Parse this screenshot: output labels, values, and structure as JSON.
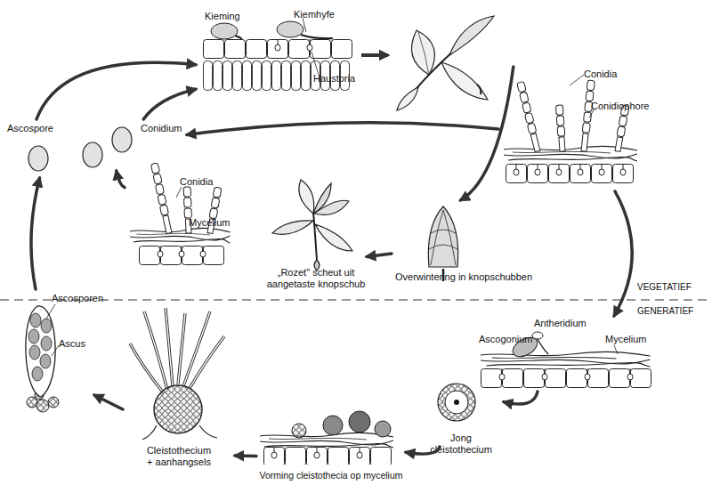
{
  "diagram": {
    "nodes": [
      {
        "text": [
          "Kieming",
          "Kiemhyfe",
          "Haustoria"
        ]
      },
      {
        "text": [
          "Conidia",
          "Conidiophore"
        ]
      },
      {
        "text": [
          "Ascospore"
        ]
      },
      {
        "text": [
          "Conidium"
        ]
      },
      {
        "text": [
          "Conidia",
          "Mycelium"
        ]
      },
      {
        "text": [
          "„Rozet\" scheut uit aangetaste knopschub"
        ]
      },
      {
        "text": [
          "Overwintering in knopschubben"
        ]
      },
      {
        "text": [
          "Antheridium",
          "Ascogonium",
          "Mycelium"
        ]
      },
      {
        "text": [
          "Jong cleistothecium"
        ]
      },
      {
        "text": [
          "Vorming cleistothecia op mycelium"
        ]
      },
      {
        "text": [
          "Cleistothecium + aanhangsels"
        ]
      },
      {
        "text": [
          "Ascosporen",
          "Ascus"
        ]
      }
    ],
    "edges": [
      {
        "from": 11,
        "to": 2,
        "arrow": "to"
      },
      {
        "from": 2,
        "to": 0,
        "arrow": "to"
      },
      {
        "from": 3,
        "to": 0,
        "arrow": "to"
      },
      {
        "from": 1,
        "to": 3,
        "arrow": "to"
      },
      {
        "from": 4,
        "to": 3,
        "arrow": "to"
      },
      {
        "from": 1,
        "to": 6,
        "arrow": "to"
      },
      {
        "from": 6,
        "to": 5,
        "arrow": "to"
      },
      {
        "from": 1,
        "to": 7,
        "arrow": "to"
      },
      {
        "from": 7,
        "to": 8,
        "arrow": "to"
      },
      {
        "from": 8,
        "to": 9,
        "arrow": "to"
      },
      {
        "from": 9,
        "to": 10,
        "arrow": "to"
      },
      {
        "from": 10,
        "to": 11,
        "arrow": "to"
      }
    ],
    "labels": [
      "VEGETATIEF",
      "GENERATIEF"
    ]
  }
}
